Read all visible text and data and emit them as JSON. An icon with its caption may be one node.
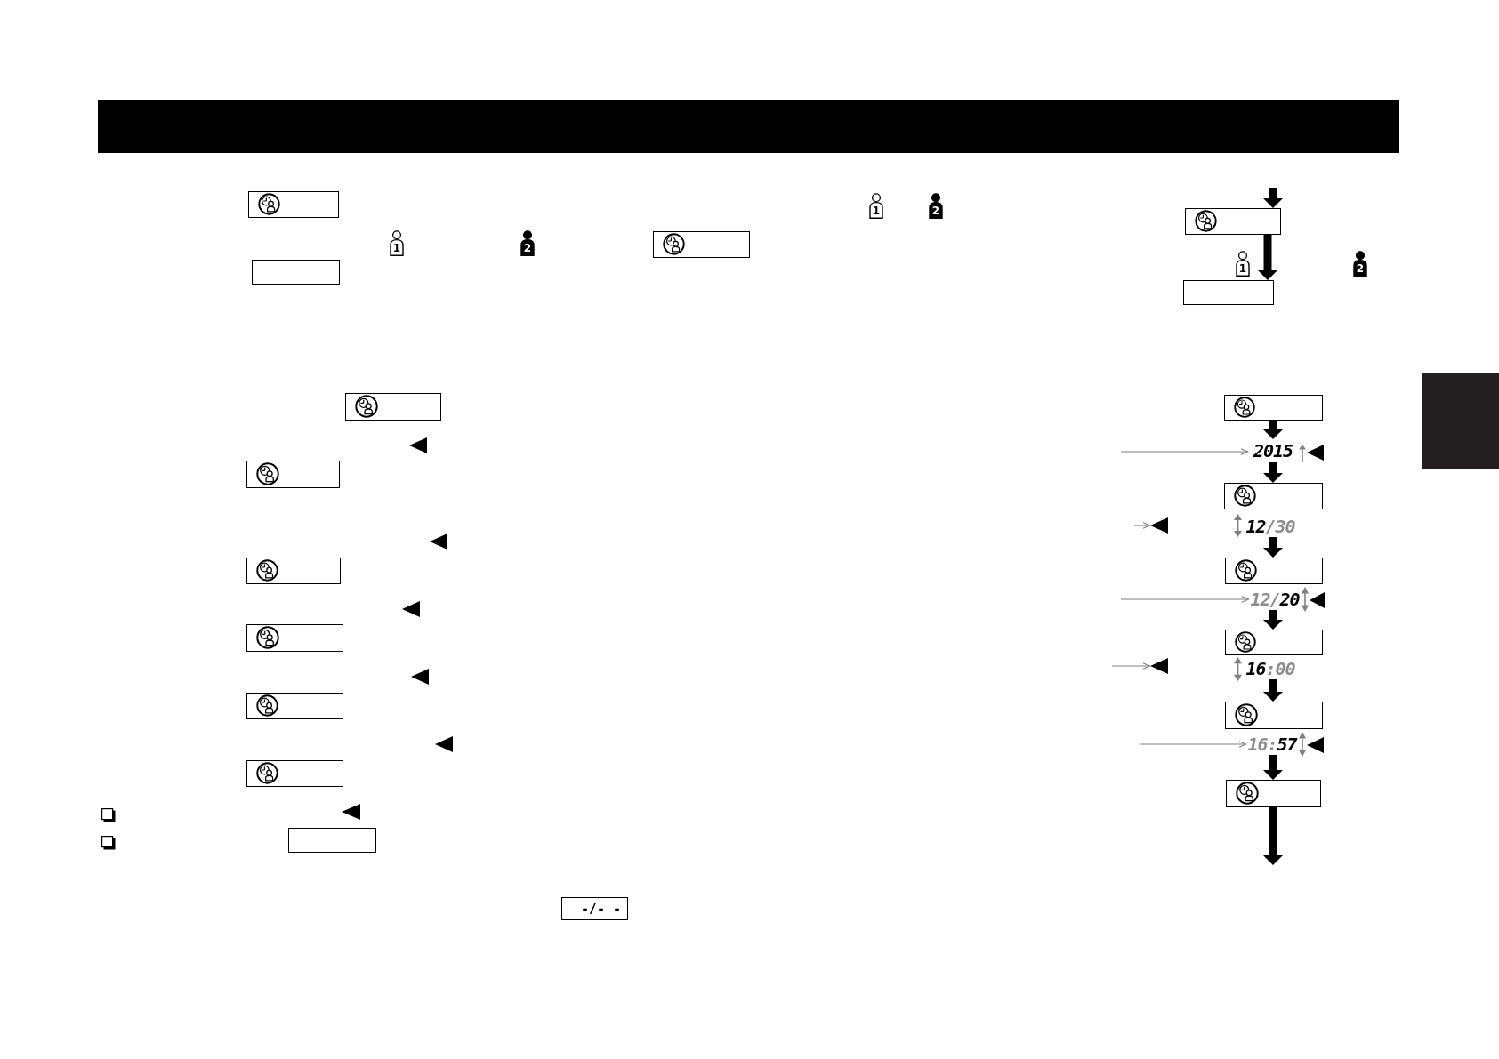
{
  "diagram": {
    "nodes": [
      {
        "text": [],
        "shape": "box"
      },
      {
        "text": [],
        "shape": "box"
      },
      {
        "text": [],
        "shape": "box"
      },
      {
        "text": [],
        "shape": "box"
      },
      {
        "text": [],
        "shape": "box"
      },
      {
        "text": [],
        "shape": "box"
      },
      {
        "text": [],
        "shape": "box"
      },
      {
        "text": [],
        "shape": "box"
      },
      {
        "text": [],
        "shape": "box"
      },
      {
        "text": [],
        "shape": "box"
      },
      {
        "text": [
          "-/- -"
        ]
      },
      {
        "text": [],
        "shape": "box"
      },
      {
        "text": [],
        "shape": "box"
      },
      {
        "text": [],
        "shape": "box"
      },
      {
        "text": [
          "2015"
        ]
      },
      {
        "text": [],
        "shape": "box"
      },
      {
        "text": [],
        "shape": "triangle"
      },
      {
        "text": [
          "**12**/30"
        ]
      },
      {
        "text": [],
        "shape": "box"
      },
      {
        "text": [
          "12/**20**"
        ]
      },
      {
        "text": [],
        "shape": "box"
      },
      {
        "text": [],
        "shape": "triangle"
      },
      {
        "text": [
          "**16**:00"
        ]
      },
      {
        "text": [],
        "shape": "box"
      },
      {
        "text": [
          "16:**57**"
        ]
      },
      {
        "text": [],
        "shape": "box"
      },
      {
        "text": [],
        "shape": "box"
      }
    ],
    "edges": [
      {
        "from": null,
        "to": 11,
        "arrow": "to"
      },
      {
        "from": 11,
        "to": 12,
        "arrow": "to"
      },
      {
        "from": 13,
        "to": 14,
        "arrow": "to"
      },
      {
        "from": null,
        "to": 14,
        "arrow": "to",
        "color": "#808080"
      },
      {
        "from": 14,
        "to": 15,
        "arrow": "to"
      },
      {
        "from": null,
        "to": 16,
        "arrow": "to",
        "color": "#808080"
      },
      {
        "from": 17,
        "to": 18,
        "arrow": "to"
      },
      {
        "from": null,
        "to": 19,
        "arrow": "to",
        "color": "#808080"
      },
      {
        "from": 19,
        "to": 20,
        "arrow": "to"
      },
      {
        "from": null,
        "to": 21,
        "arrow": "to",
        "color": "#808080"
      },
      {
        "from": 22,
        "to": 23,
        "arrow": "to"
      },
      {
        "from": null,
        "to": 24,
        "arrow": "to",
        "color": "#808080"
      },
      {
        "from": 24,
        "to": 25,
        "arrow": "to"
      },
      {
        "from": 25,
        "to": null,
        "arrow": "to"
      }
    ],
    "labels": [
      "1",
      "2",
      "1",
      "2",
      "1",
      "2"
    ]
  }
}
